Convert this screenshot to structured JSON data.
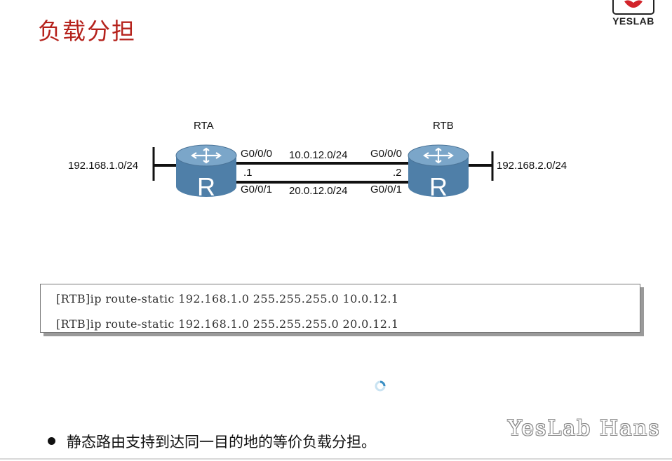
{
  "title": "负载分担",
  "logo": {
    "text": "YESLAB"
  },
  "diagram": {
    "rta": {
      "name": "RTA",
      "glyph": "R",
      "network": "192.168.1.0/24",
      "if_top": "G0/0/0",
      "if_bottom": "G0/0/1",
      "ip_suffix": ".1"
    },
    "rtb": {
      "name": "RTB",
      "glyph": "R",
      "network": "192.168.2.0/24",
      "if_top": "G0/0/0",
      "if_bottom": "G0/0/1",
      "ip_suffix": ".2"
    },
    "links": [
      {
        "network": "10.0.12.0/24"
      },
      {
        "network": "20.0.12.0/24"
      }
    ]
  },
  "commands": [
    "[RTB]ip route-static 192.168.1.0 255.255.255.0 10.0.12.1",
    "[RTB]ip route-static 192.168.1.0 255.255.255.0 20.0.12.1"
  ],
  "bullets": [
    "静态路由支持到达同一目的地的等价负载分担。"
  ],
  "watermark": "YesLab Hans",
  "colors": {
    "title": "#b5221c",
    "router_body": "#4f7fa8",
    "router_top": "#7ba6c9",
    "logo_red": "#d2232a"
  }
}
